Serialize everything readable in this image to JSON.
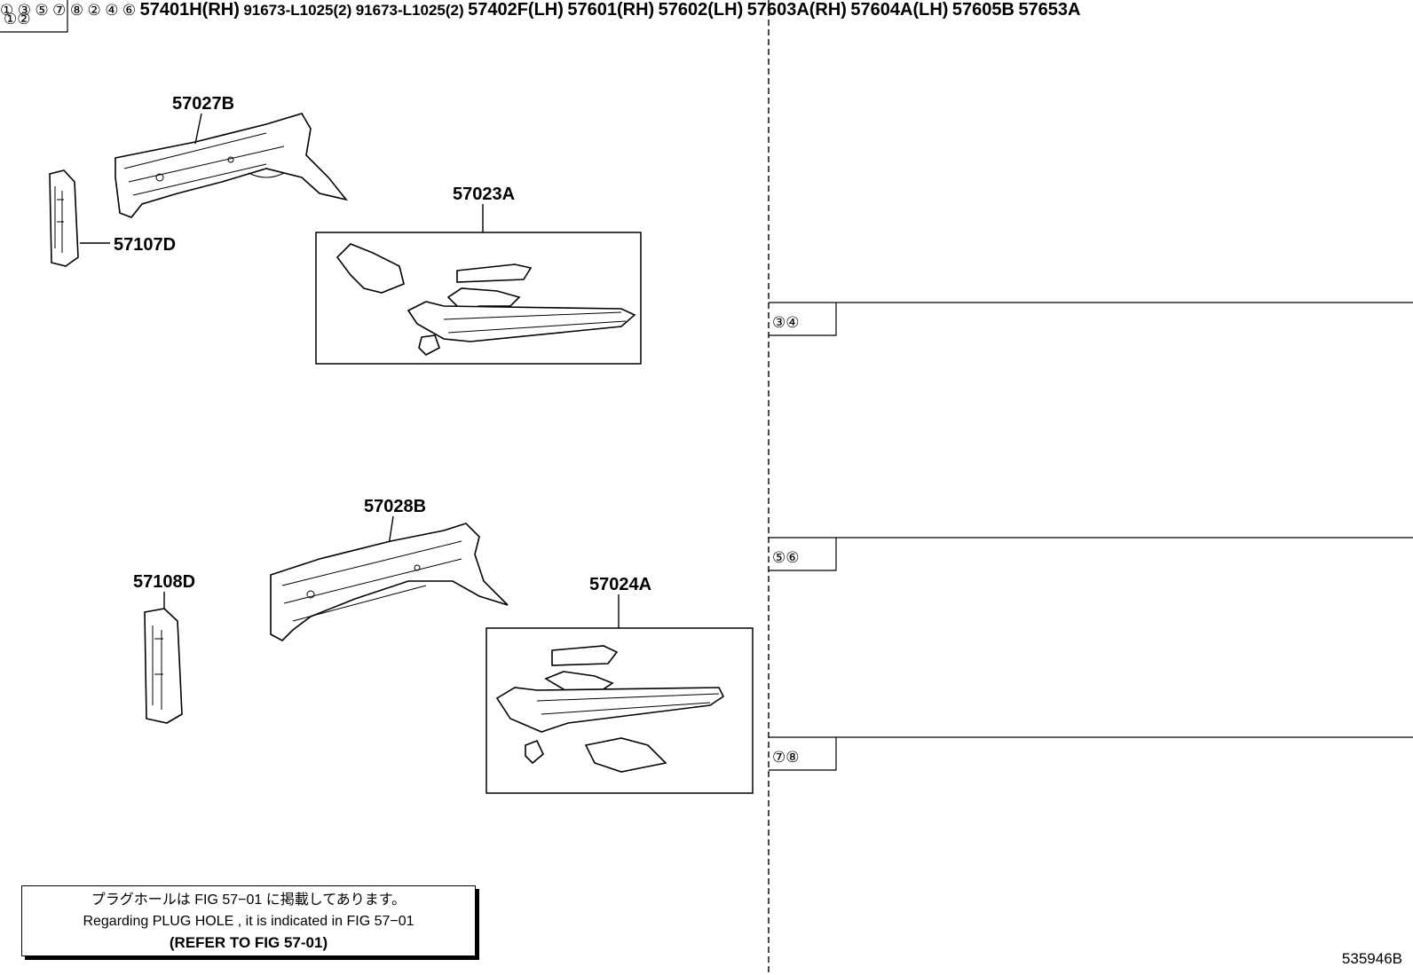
{
  "sections": {
    "s12": {
      "label": "①②"
    },
    "s34": {
      "label": "③④"
    },
    "s56": {
      "label": "⑤⑥"
    },
    "s78": {
      "label": "⑦⑧"
    }
  },
  "parts": {
    "p57027B": "57027B",
    "p57107D": "57107D",
    "p57023A": "57023A",
    "p57028B": "57028B",
    "p57108D": "57108D",
    "p57024A": "57024A",
    "p57401H": "57401H(RH)",
    "p57402F": "57402F(LH)",
    "bolt_rh": "91673-L1025(2)",
    "bolt_lh": "91673-L1025(2)",
    "p57601": "57601(RH)",
    "p57602": "57602(LH)",
    "p57603A": "57603A(RH)",
    "p57604A": "57604A(LH)",
    "p57605B": "57605B",
    "p57653A": "57653A"
  },
  "overview": {
    "c1": "①",
    "c2": "②",
    "c3": "③",
    "c4": "④",
    "c5": "⑤",
    "c6": "⑥",
    "c7": "⑦",
    "c8": "⑧"
  },
  "note": {
    "line_jp": "プラグホールは FIG 57−01 に掲載してあります。",
    "line_en": "Regarding PLUG HOLE , it is indicated in FIG 57−01",
    "line_ref": "(REFER TO FIG 57-01)"
  },
  "figure_id": "535946B"
}
